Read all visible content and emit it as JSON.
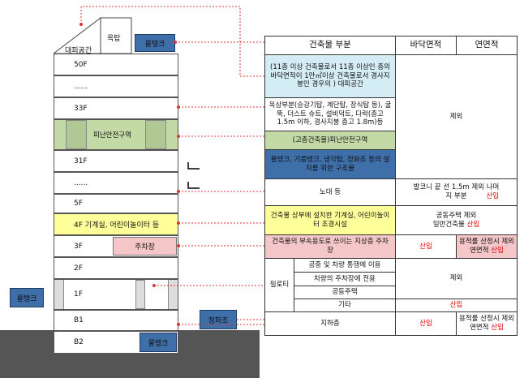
{
  "building": {
    "rooftop_label": "옥탑",
    "refuge_space_label": "대피공간",
    "water_tank_label": "물탱크",
    "floors": {
      "f50": "50F",
      "dots1": "......",
      "f33": "33F",
      "refuge_zone": "피난안전구역",
      "f31": "31F",
      "dots2": "......",
      "f5": "5F",
      "f4": "4F  기계실, 어린이놀이터 등",
      "f3": "3F",
      "parking": "주차장",
      "f2": "2F",
      "f1": "1F",
      "b1": "B1",
      "b2": "B2"
    },
    "septic_label": "정화조",
    "left_tank_label": "물탱크",
    "b2_tank_label": "물탱크"
  },
  "table": {
    "headers": {
      "part": "건축물 부분",
      "floor_area": "바닥면적",
      "total_area": "연면적"
    },
    "rows": {
      "refuge_space": "(11층 이상 건축물로서 11층 이상인 층의 바닥면적이 1만㎡이상 건축물로서 경사지붕인 경우의 ) 대피공간",
      "rooftop": "옥상부분(승강기탑, 계단탑, 장식탑 등), 굴뚝, 더스트 슈트, 설비덕트, 다락(층고 1.5m 이하, 경사지붕 층고 1.8m)등",
      "refuge_zone": "(고층건축물)피난안전구역",
      "structure": "물탱크, 기름탱크, 냉각탑, 정화조 등의 설치를 위한 구조물",
      "excluded": "제외",
      "balcony": "노대 등",
      "balcony_rule": "발코니 끝 선 1.5m 제외 나머지 부분",
      "include": "산입",
      "roof_facility": "건축물 상부에 설치한 기계실, 어린이놀이터 조경시설",
      "apt_rule": "공동주택 제외",
      "general_rule": "일반건축물",
      "parking": "건축물의 부속용도로 쓰이는 지상층 주차장",
      "far_rule": "용적률 산정시 제외",
      "far_total": "연면적",
      "piloti": "필로티",
      "piloti_a": "공중 및 차량 통행에 이용",
      "piloti_b": "차량의 주차장에 전용",
      "piloti_c": "공동주택",
      "piloti_d": "기타",
      "basement": "지하층"
    }
  },
  "colors": {
    "light_blue": "#d4ecf3",
    "green": "#c3d9a6",
    "blue": "#3e6fa8",
    "yellow": "#ffff99",
    "pink": "#f4c6c8",
    "red": "#e00000",
    "ground": "#555555"
  }
}
